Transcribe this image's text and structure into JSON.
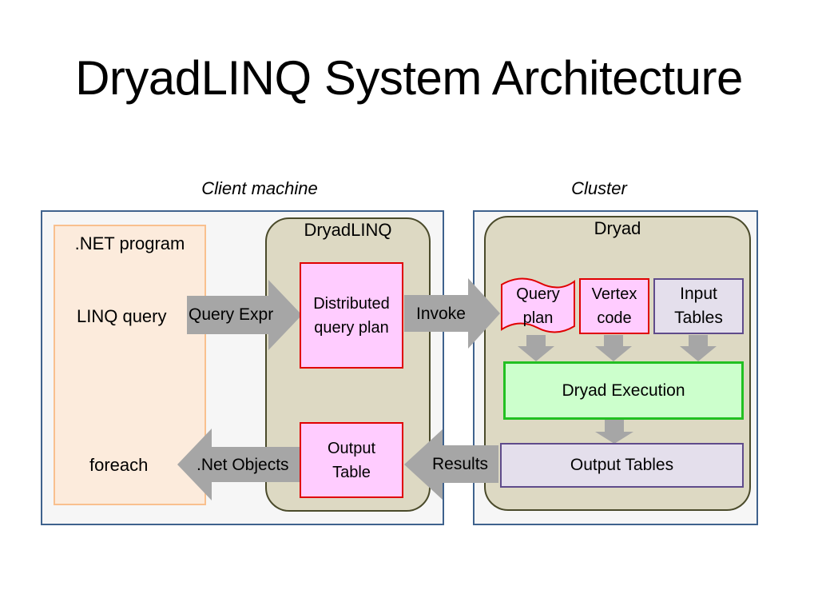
{
  "title": "DryadLINQ System Architecture",
  "captions": {
    "client": "Client machine",
    "cluster": "Cluster"
  },
  "client": {
    "net_program": ".NET program",
    "linq_query": "LINQ query",
    "foreach": "foreach",
    "dryadlinq_title": "DryadLINQ",
    "distributed_plan": "Distributed query plan",
    "output_table": "Output Table"
  },
  "arrows": {
    "query_expr": "Query Expr",
    "invoke": "Invoke",
    "results": "Results",
    "net_objects": ".Net Objects"
  },
  "cluster": {
    "dryad_title": "Dryad",
    "query_plan": "Query plan",
    "vertex_code": "Vertex code",
    "input_tables": "Input Tables",
    "dryad_execution": "Dryad Execution",
    "output_tables": "Output Tables"
  },
  "colors": {
    "panel_border": "#3f628d",
    "rounded_fill": "#ddd9c3",
    "pink_fill": "#ffccff",
    "red_border": "#e00000",
    "lavender_fill": "#e4dfec",
    "green_fill": "#ccffcc",
    "arrow_gray": "#a6a6a6"
  }
}
